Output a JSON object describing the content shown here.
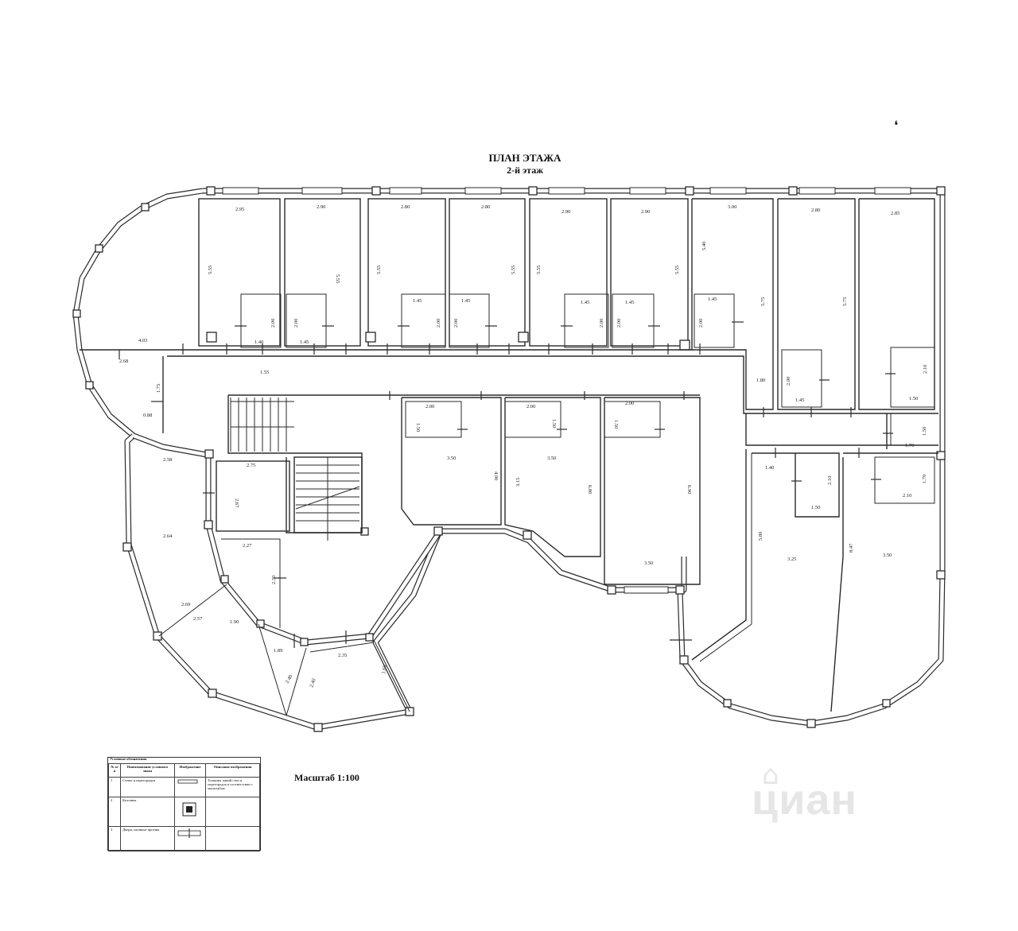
{
  "header": {
    "title": "ПЛАН ЭТАЖА",
    "subtitle": "2-й этаж"
  },
  "scale_label": "Масштаб 1:100",
  "watermark": "циан",
  "legend": {
    "caption": "Условные обозначения",
    "headers": [
      "№ п/п",
      "Наименование условного знака",
      "Изображение",
      "Описание изображения"
    ],
    "rows": [
      {
        "num": "1",
        "name": "Стены и перегородки",
        "desc": "Толщина линий стен и перегородок в соответствии с масштабом"
      },
      {
        "num": "2",
        "name": "Колонны",
        "desc": ""
      },
      {
        "num": "3",
        "name": "Двери, оконные проемы",
        "desc": ""
      }
    ]
  },
  "dimensions": {
    "top_row_widths": [
      "2.95",
      "2.90",
      "2.80",
      "2.80",
      "2.90",
      "2.90",
      "3.00",
      "2.80",
      "2.85"
    ],
    "top_row_depths": [
      "5.55",
      "5.55",
      "5.55",
      "5.55",
      "5.55",
      "5.55",
      "5.40",
      "5.75",
      "5.75"
    ],
    "closet_widths": [
      "1.40",
      "1.45",
      "1.45",
      "1.45",
      "1.45",
      "1.45",
      "1.45"
    ],
    "closet_depths": [
      "2.00",
      "2.00",
      "2.00",
      "2.00",
      "2.00",
      "2.00",
      "2.00"
    ],
    "corridor": [
      "1.55",
      "4.03",
      "2.68",
      "1.75",
      "0.88",
      "1.80"
    ],
    "mid_rooms": {
      "widths": [
        "3.50",
        "3.50",
        "3.50"
      ],
      "depths": [
        "4.90",
        "6.80",
        "6.90"
      ],
      "baths": [
        "2.00",
        "1.50",
        "2.00",
        "1.50",
        "2.00",
        "1.50"
      ],
      "extra": "3.15"
    },
    "left_wing": [
      "2.75",
      "2.67",
      "2.58",
      "2.64",
      "2.27",
      "2.30",
      "2.69",
      "2.57",
      "1.90",
      "1.89",
      "2.40",
      "2.40",
      "2.35",
      "1.60"
    ],
    "right_wing": [
      "1.45",
      "2.00",
      "1.50",
      "2.10",
      "1.70",
      "1.50",
      "1.40",
      "2.10",
      "1.50",
      "1.70",
      "2.10",
      "5.80",
      "3.25",
      "8.47",
      "3.50"
    ]
  },
  "colors": {
    "wall": "#2a2a2a",
    "wall_fill": "#f4f4f4"
  }
}
